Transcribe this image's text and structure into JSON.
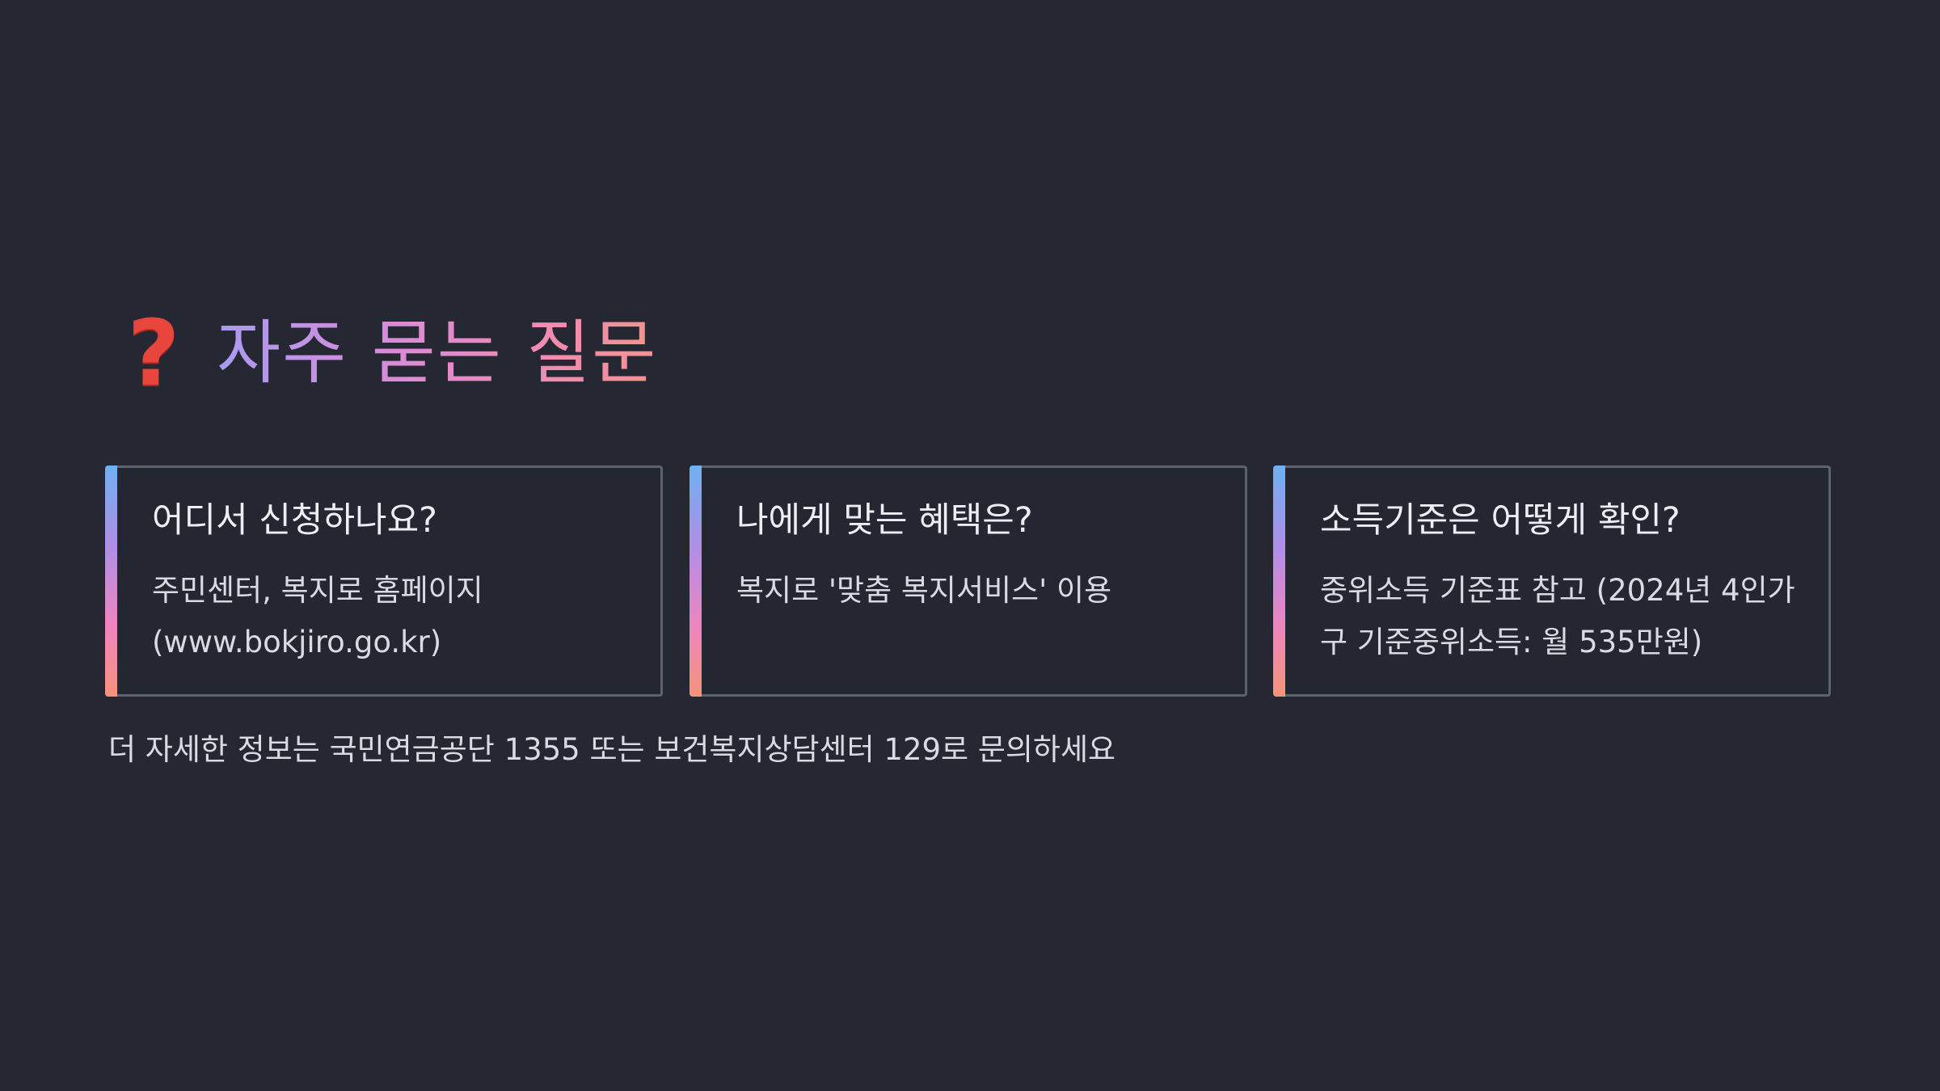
{
  "slide": {
    "icon": "question-mark-icon",
    "icon_glyph": "?",
    "title": "자주 묻는 질문",
    "colors": {
      "background": "#252733",
      "card_border": "#5e6270",
      "accent_gradient": [
        "#6fb0f2",
        "#b08fe8",
        "#ef84be",
        "#f7937a"
      ],
      "title_gradient": [
        "#a99bf0",
        "#d98bd8",
        "#f08ab8",
        "#f4928f"
      ],
      "icon": "#e8453c"
    }
  },
  "cards": [
    {
      "question": "어디서 신청하나요?",
      "answer": "주민센터, 복지로 홈페이지 (www.bokjiro.go.kr)"
    },
    {
      "question": "나에게 맞는 혜택은?",
      "answer": "복지로 '맞춤 복지서비스' 이용"
    },
    {
      "question": "소득기준은 어떻게 확인?",
      "answer": "중위소득 기준표 참고 (2024년 4인가구 기준중위소득: 월 535만원)"
    }
  ],
  "footer": {
    "note": "더 자세한 정보는 국민연금공단 1355 또는 보건복지상담센터 129로 문의하세요"
  }
}
